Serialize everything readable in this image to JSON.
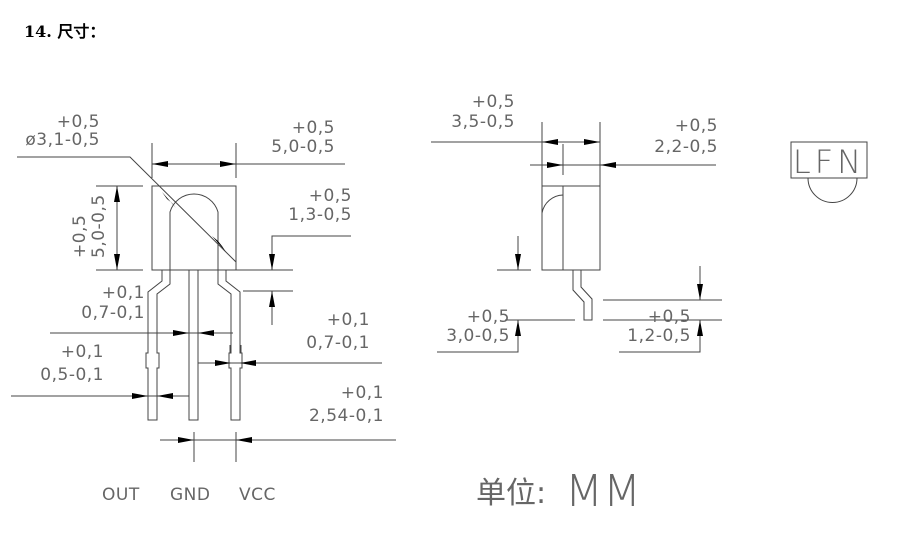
{
  "title": "14. 尺寸：",
  "front_view": {
    "diameter": {
      "tol_plus": "+0,5",
      "value": "ø3,1-0,5"
    },
    "width": {
      "tol_plus": "+0,5",
      "value": "5,0-0,5"
    },
    "height": {
      "tol_plus": "+0,5",
      "value": "5,0-0,5"
    },
    "lead_offset": {
      "tol_plus": "+0,5",
      "value": "1,3-0,5"
    },
    "lead_width_upper": {
      "tol_plus": "+0,1",
      "value": "0,7-0,1"
    },
    "lead_width_right": {
      "tol_plus": "+0,1",
      "value": "0,7-0,1"
    },
    "lead_width_lower": {
      "tol_plus": "+0,1",
      "value": "0,5-0,1"
    },
    "pitch": {
      "tol_plus": "+0,1",
      "value": "2,54-0,1"
    },
    "pins": [
      "OUT",
      "GND",
      "VCC"
    ]
  },
  "side_view": {
    "depth": {
      "tol_plus": "+0,5",
      "value": "3,5-0,5"
    },
    "lens_depth": {
      "tol_plus": "+0,5",
      "value": "2,2-0,5"
    },
    "lead_length": {
      "tol_plus": "+0,5",
      "value": "3,0-0,5"
    },
    "lead_bend": {
      "tol_plus": "+0,5",
      "value": "1,2-0,5"
    }
  },
  "marking": "LFN",
  "unit_label": "单位:",
  "unit_value": "MM"
}
